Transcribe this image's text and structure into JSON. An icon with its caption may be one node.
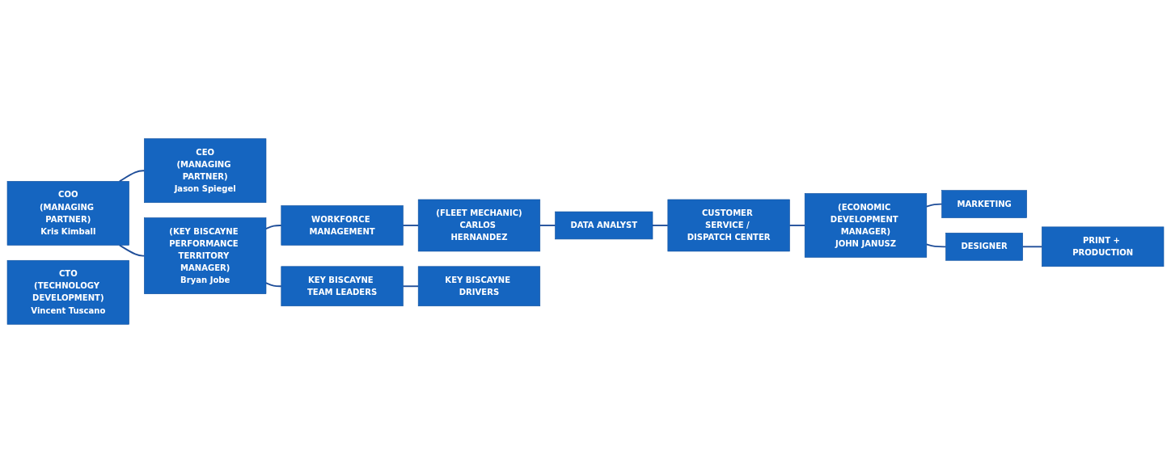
{
  "diagram": {
    "nodes": [
      {
        "text": [
          "COO",
          "(MANAGING PARTNER)",
          "Kris Kimball"
        ]
      },
      {
        "text": [
          "CEO",
          "(MANAGING PARTNER)",
          "Jason Spiegel"
        ]
      },
      {
        "text": [
          "CTO",
          "(TECHNOLOGY DEVELOPMENT)",
          "Vincent Tuscano"
        ]
      },
      {
        "text": [
          "(KEY BISCAYNE PERFORMANCE TERRITORY MANAGER)",
          "Bryan Jobe"
        ]
      },
      {
        "text": [
          "WORKFORCE MANAGEMENT"
        ]
      },
      {
        "text": [
          "(FLEET MECHANIC)",
          "CARLOS HERNANDEZ"
        ]
      },
      {
        "text": [
          "DATA ANALYST"
        ]
      },
      {
        "text": [
          "CUSTOMER SERVICE / DISPATCH CENTER"
        ]
      },
      {
        "text": [
          "(ECONOMIC DEVELOPMENT MANAGER)",
          "JOHN JANUSZ"
        ]
      },
      {
        "text": [
          "MARKETING"
        ]
      },
      {
        "text": [
          "KEY BISCAYNE TEAM LEADERS"
        ]
      },
      {
        "text": [
          "KEY BISCAYNE DRIVERS"
        ]
      },
      {
        "text": [
          "DESIGNER"
        ]
      },
      {
        "text": [
          "PRINT + PRODUCTION"
        ]
      }
    ],
    "edges": [
      {
        "from": 0,
        "to": 1,
        "arrow": "none"
      },
      {
        "from": 0,
        "to": 3,
        "arrow": "none"
      },
      {
        "from": 3,
        "to": 10,
        "arrow": "none"
      },
      {
        "from": 10,
        "to": 11,
        "arrow": "none"
      },
      {
        "from": 3,
        "to": 4,
        "arrow": "none"
      },
      {
        "from": 4,
        "to": 5,
        "arrow": "none"
      },
      {
        "from": 5,
        "to": 6,
        "arrow": "none"
      },
      {
        "from": 6,
        "to": 7,
        "arrow": "none"
      },
      {
        "from": 7,
        "to": 8,
        "arrow": "none"
      },
      {
        "from": 8,
        "to": 9,
        "arrow": "none"
      },
      {
        "from": 8,
        "to": 12,
        "arrow": "none"
      },
      {
        "from": 12,
        "to": 13,
        "arrow": "none"
      }
    ]
  }
}
